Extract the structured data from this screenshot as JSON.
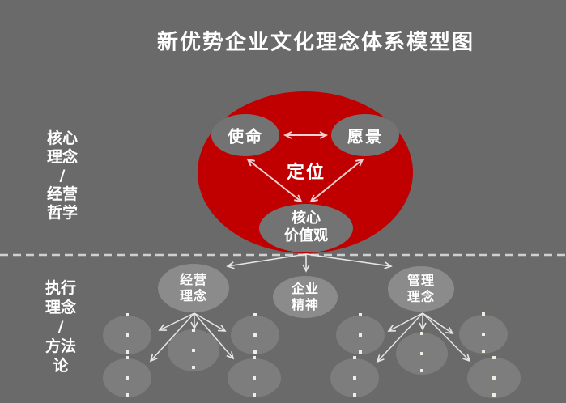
{
  "title": "新优势企业文化理念体系模型图",
  "colors": {
    "background": "#6A6A6A",
    "core_red": "#C00000",
    "inner_node_gray": "#737373",
    "mid_node_gray": "#8B8B8B",
    "small_node_gray": "#7D7D7D",
    "text_white": "#FFFFFF",
    "arrow_pink": "#F0D2D2",
    "arrow_white": "#E6E6E6",
    "dashed_line": "#D0D0D0",
    "dot": "#F1ECE2"
  },
  "side_labels": {
    "core": {
      "lines": [
        "核心",
        "理念",
        "/",
        "经营",
        "哲学"
      ]
    },
    "execution": {
      "lines": [
        "执行",
        "理念",
        "/",
        "方法",
        "论"
      ]
    }
  },
  "core_model": {
    "mission": "使命",
    "vision": "愿景",
    "positioning": "定位",
    "core_values": {
      "lines": [
        "核心",
        "价值观"
      ]
    }
  },
  "execution_model": {
    "business_philosophy": {
      "lines": [
        "经营",
        "理念"
      ]
    },
    "enterprise_spirit": {
      "lines": [
        "企业",
        "精神"
      ]
    },
    "management_philosophy": {
      "lines": [
        "管理",
        "理念"
      ]
    }
  }
}
